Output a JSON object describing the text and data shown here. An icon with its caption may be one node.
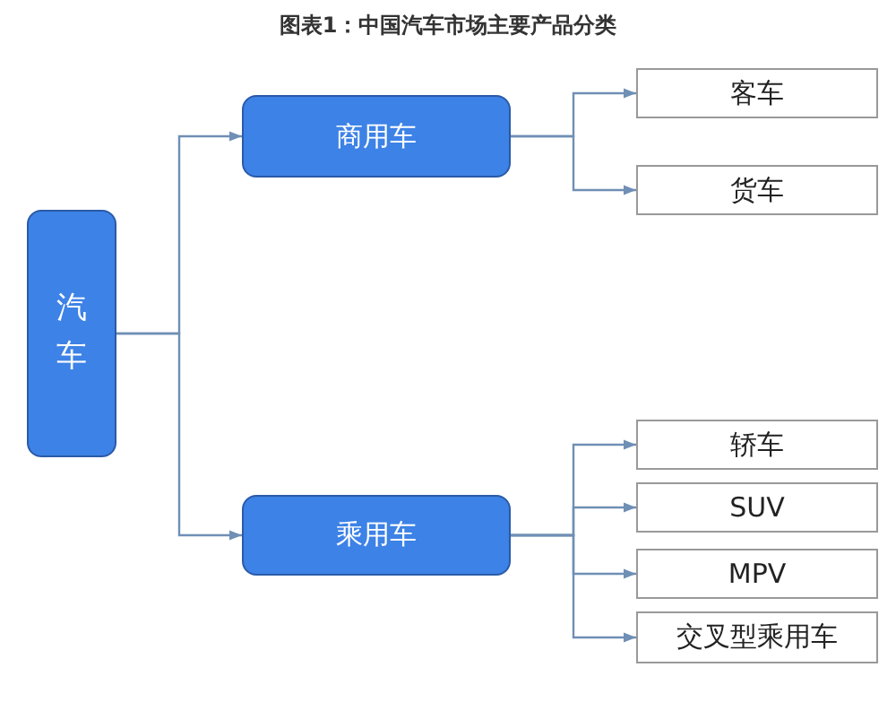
{
  "diagram": {
    "title": "图表1：中国汽车市场主要产品分类",
    "nodes": [
      {
        "text": [
          "汽车"
        ]
      },
      {
        "text": [
          "商用车"
        ]
      },
      {
        "text": [
          "乘用车"
        ]
      },
      {
        "text": [
          "客车"
        ]
      },
      {
        "text": [
          "货车"
        ]
      },
      {
        "text": [
          "轿车"
        ]
      },
      {
        "text": [
          "SUV"
        ]
      },
      {
        "text": [
          "MPV"
        ]
      },
      {
        "text": [
          "交叉型乘用车"
        ]
      }
    ],
    "edges": [
      {
        "from": 0,
        "to": 1,
        "arrow": "to"
      },
      {
        "from": 0,
        "to": 2,
        "arrow": "to"
      },
      {
        "from": 1,
        "to": 3,
        "arrow": "to"
      },
      {
        "from": 1,
        "to": 4,
        "arrow": "to"
      },
      {
        "from": 2,
        "to": 5,
        "arrow": "to"
      },
      {
        "from": 2,
        "to": 6,
        "arrow": "to"
      },
      {
        "from": 2,
        "to": 7,
        "arrow": "to"
      },
      {
        "from": 2,
        "to": 8,
        "arrow": "to"
      }
    ]
  }
}
